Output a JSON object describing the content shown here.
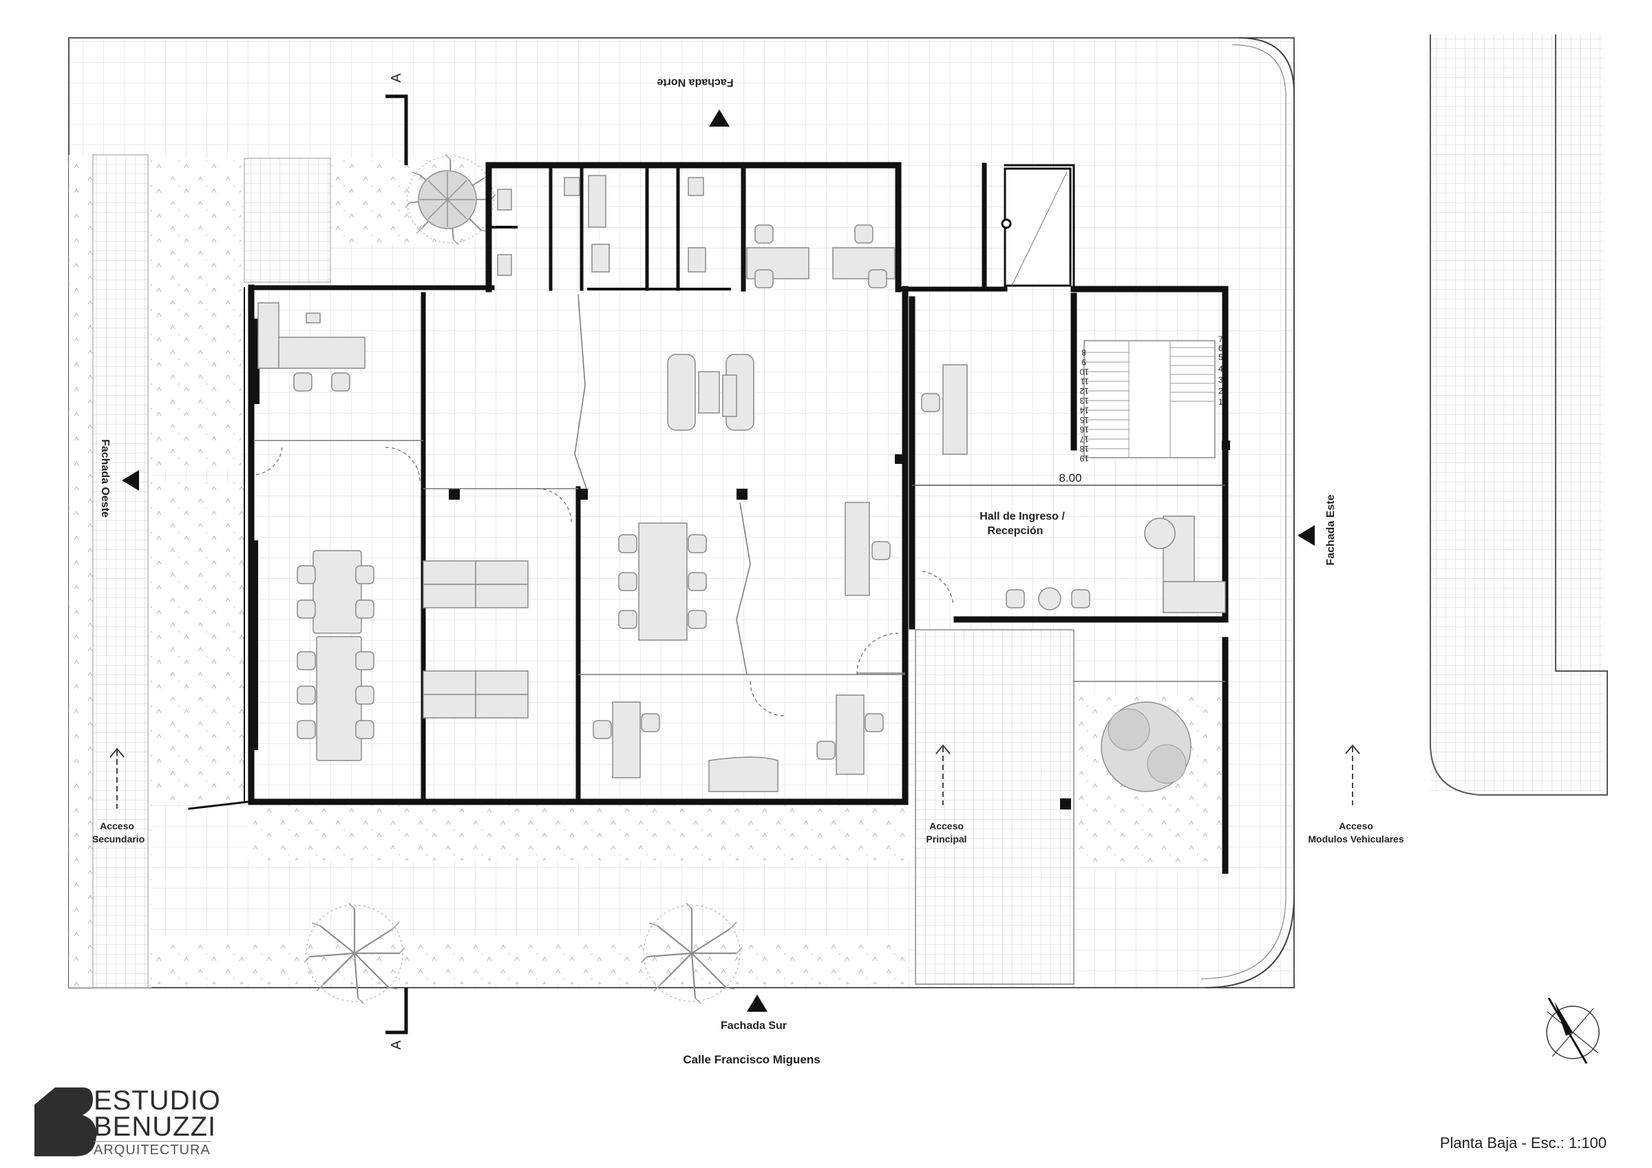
{
  "labels": {
    "fachada_norte": "Fachada Norte",
    "fachada_sur": "Fachada Sur",
    "fachada_oeste": "Fachada Oeste",
    "fachada_este": "Fachada Este",
    "calle": "Calle Francisco Miguens",
    "hall_line1": "Hall de Ingreso /",
    "hall_line2": "Recepción",
    "dimension": "8.00",
    "acceso_secundario_1": "Acceso",
    "acceso_secundario_2": "Secundario",
    "acceso_principal_1": "Acceso",
    "acceso_principal_2": "Principal",
    "acceso_vehicular_1": "Acceso",
    "acceso_vehicular_2": "Modulos Vehiculares",
    "section_mark": "A"
  },
  "stairs": {
    "right_numbers": [
      "7",
      "6",
      "5",
      "4",
      "3",
      "2",
      "1"
    ],
    "left_numbers": [
      "8",
      "9",
      "10",
      "11",
      "12",
      "13",
      "14",
      "15",
      "16",
      "17",
      "18",
      "19"
    ]
  },
  "brand": {
    "line1": "ESTUDIO",
    "line2": "BENUZZI",
    "line3": "ARQUITECTURA"
  },
  "title": "Planta Baja - Esc.: 1:100",
  "colors": {
    "wall": "#111111",
    "furniture_fill": "#e6e6e6",
    "furniture_stroke": "#8a8a8a",
    "grid": "#cfcfcf",
    "vegetation": "#9a9a9a"
  }
}
